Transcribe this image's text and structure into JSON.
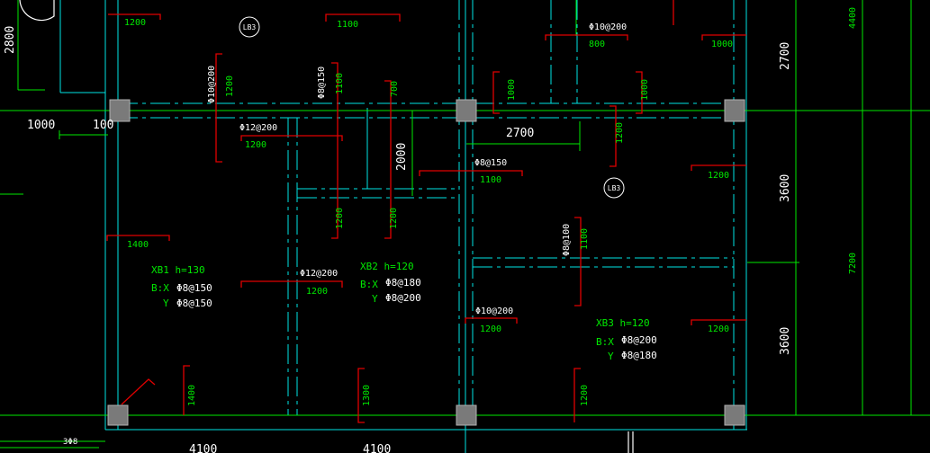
{
  "colors": {
    "background": "#000000",
    "beam_cyan": "#00e5e5",
    "rebar_red": "#e00000",
    "dimension_green": "#00e800",
    "text_white": "#ffffff",
    "column_gray": "#7a7a7a"
  },
  "dimensions": {
    "d2800": "2800",
    "d1000": "1000",
    "d100": "100",
    "d2700_h": "2700",
    "d2000": "2000",
    "d2700_v": "2700",
    "d3600_a": "3600",
    "d3600_b": "3600",
    "d4400": "4400",
    "d7200": "7200",
    "d4100_a": "4100",
    "d4100_b": "4100"
  },
  "slab_marks": {
    "lb3_top": "LB3",
    "lb3_right": "LB3"
  },
  "slabs": {
    "xb1": {
      "name": "XB1 h=130",
      "bx_label": "B:X",
      "bx_value": "Φ8@150",
      "y_label": "Y",
      "y_value": "Φ8@150"
    },
    "xb2": {
      "name": "XB2  h=120",
      "bx_label": "B:X",
      "bx_value": "Φ8@180",
      "y_label": "Y",
      "y_value": "Φ8@200"
    },
    "xb3": {
      "name": "XB3 h=120",
      "bx_label": "B:X",
      "bx_value": "Φ8@200",
      "y_label": "Y",
      "y_value": "Φ8@180"
    }
  },
  "rebar_specs": {
    "r1": "Φ10@200",
    "r2": "Φ8@150",
    "r3": "Φ10@200",
    "r4": "Φ12@200",
    "r5": "Φ8@150",
    "r6": "Φ8@100",
    "r7": "Φ12@200",
    "r8": "Φ10@200",
    "r9": "3Φ8"
  },
  "bar_lengths": {
    "l1200_a": "1200",
    "l1100_a": "1100",
    "l800": "800",
    "l1000_a": "1000",
    "l1200_b": "1200",
    "l1100_b": "1100",
    "l700": "700",
    "l1000_b": "1000",
    "l1000_c": "1000",
    "l1200_c": "1200",
    "l1200_d": "1200",
    "l1100_c": "1100",
    "l1200_e": "1200",
    "l1200_f": "1200",
    "l1200_g": "1200",
    "l1400_a": "1400",
    "l1100_d": "1100",
    "l1200_h": "1200",
    "l1200_i": "1200",
    "l1200_j": "1200",
    "l1400_b": "1400",
    "l1300": "1300",
    "l1200_k": "1200"
  }
}
